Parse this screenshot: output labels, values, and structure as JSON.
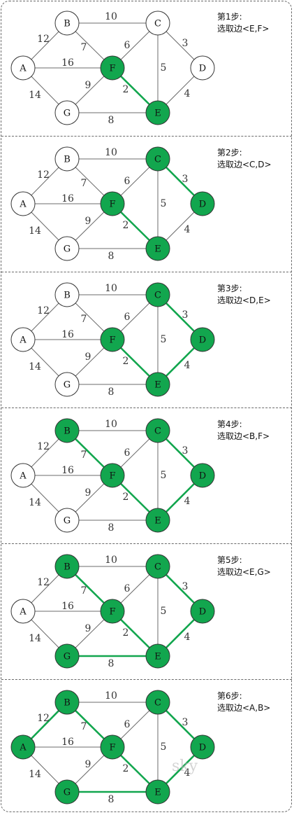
{
  "colors": {
    "selected": "#12a64e",
    "node_stroke": "#333333",
    "edge": "#6b6b6b"
  },
  "nodes": [
    "A",
    "B",
    "C",
    "D",
    "E",
    "F",
    "G"
  ],
  "edges": [
    {
      "u": "B",
      "v": "C",
      "w": "10"
    },
    {
      "u": "A",
      "v": "B",
      "w": "12"
    },
    {
      "u": "A",
      "v": "F",
      "w": "16"
    },
    {
      "u": "A",
      "v": "G",
      "w": "14"
    },
    {
      "u": "B",
      "v": "F",
      "w": "7"
    },
    {
      "u": "F",
      "v": "C",
      "w": "6"
    },
    {
      "u": "C",
      "v": "D",
      "w": "3"
    },
    {
      "u": "C",
      "v": "E",
      "w": "5"
    },
    {
      "u": "F",
      "v": "G",
      "w": "9"
    },
    {
      "u": "F",
      "v": "E",
      "w": "2"
    },
    {
      "u": "D",
      "v": "E",
      "w": "4"
    },
    {
      "u": "G",
      "v": "E",
      "w": "8"
    }
  ],
  "steps": [
    {
      "title": "第1步:",
      "desc": "选取边<E,F>",
      "green_nodes": [
        "E",
        "F"
      ],
      "green_edges": [
        "F-E"
      ]
    },
    {
      "title": "第2步:",
      "desc": "选取边<C,D>",
      "green_nodes": [
        "C",
        "D",
        "E",
        "F"
      ],
      "green_edges": [
        "F-E",
        "C-D"
      ]
    },
    {
      "title": "第3步:",
      "desc": "选取边<D,E>",
      "green_nodes": [
        "C",
        "D",
        "E",
        "F"
      ],
      "green_edges": [
        "F-E",
        "C-D",
        "D-E"
      ]
    },
    {
      "title": "第4步:",
      "desc": "选取边<B,F>",
      "green_nodes": [
        "B",
        "C",
        "D",
        "E",
        "F"
      ],
      "green_edges": [
        "F-E",
        "C-D",
        "D-E",
        "B-F"
      ]
    },
    {
      "title": "第5步:",
      "desc": "选取边<E,G>",
      "green_nodes": [
        "B",
        "C",
        "D",
        "E",
        "F",
        "G"
      ],
      "green_edges": [
        "F-E",
        "C-D",
        "D-E",
        "B-F",
        "G-E"
      ]
    },
    {
      "title": "第6步:",
      "desc": "选取边<A,B>",
      "green_nodes": [
        "A",
        "B",
        "C",
        "D",
        "E",
        "F",
        "G"
      ],
      "green_edges": [
        "F-E",
        "C-D",
        "D-E",
        "B-F",
        "G-E",
        "A-B"
      ]
    }
  ],
  "watermark": "sky"
}
